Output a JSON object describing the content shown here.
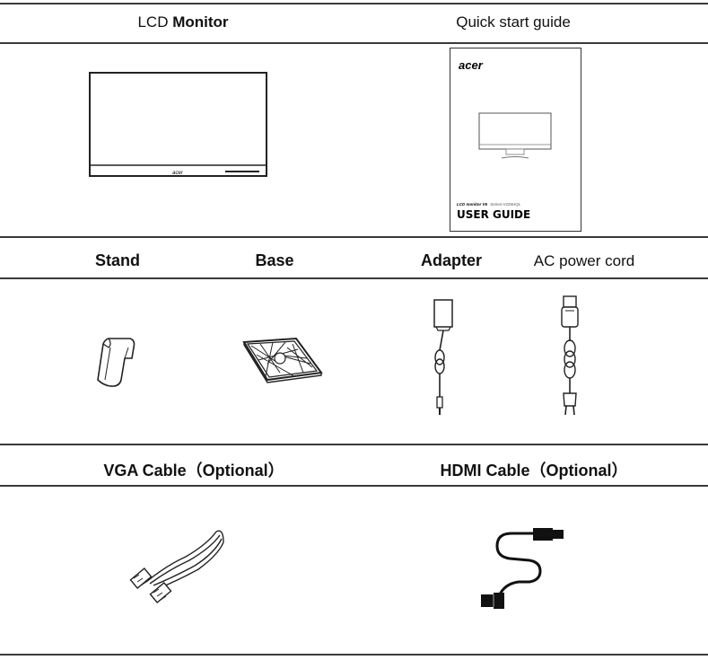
{
  "rows": {
    "row1": {
      "monitor_label_light": "LCD",
      "monitor_label_bold": "Monitor",
      "guide_label": "Quick start guide"
    },
    "row2": {
      "stand_label": "Stand",
      "base_label": "Base",
      "adapter_label": "Adapter",
      "cord_label": "AC power cord"
    },
    "row3": {
      "vga_label_bold": "VGA Cable",
      "vga_label_opt": "（Optional）",
      "hdmi_label_bold": "HDMI Cable",
      "hdmi_label_opt": "（Optional）"
    }
  },
  "guide_cover": {
    "brand": "acer",
    "series_bold": "LCD monitor V6",
    "series_light": "Series-V226HQL",
    "title": "USER GUIDE"
  },
  "monitor_logo": "acer"
}
